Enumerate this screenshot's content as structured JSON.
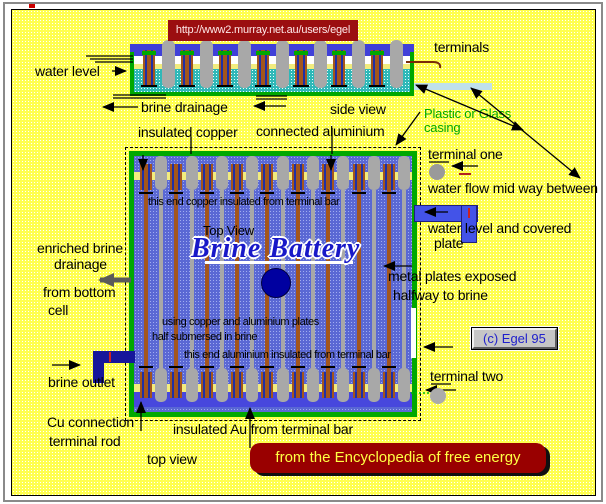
{
  "page": {
    "url": "http://www2.murray.net.au/users/egel"
  },
  "labels": {
    "water_level": "water level",
    "brine_drainage": "brine drainage",
    "side_view": "side view",
    "insulated_copper": "insulated copper",
    "connected_aluminium": "connected aluminium",
    "terminals": "terminals",
    "casing_1": "Plastic or Glass",
    "casing_2": "casing",
    "terminal_one": "terminal one",
    "water_flow": "water flow mid way between",
    "water_level_plate_1": "water level and covered",
    "water_level_plate_2": "plate",
    "metal_plates_1": "metal plates exposed",
    "metal_plates_2": "halfway to brine",
    "terminal_two": "terminal two",
    "enriched_1": "enriched brine",
    "enriched_2": "drainage",
    "from_bottom_1": "from bottom",
    "from_bottom_2": "cell",
    "brine_outlet": "brine outlet",
    "cu_connection_1": "Cu connection",
    "cu_connection_2": "terminal rod",
    "insulated_au": "insulated Au from terminal bar",
    "top_view_caption": "top view"
  },
  "box": {
    "note_top": "this end copper insulated from terminal bar",
    "top_view": "Top View",
    "title": "Brine Battery",
    "note_using": "using copper and  aluminium plates",
    "note_half": "half submersed in brine",
    "note_bottom": "this end aluminium insulated from terminal bar"
  },
  "badge": {
    "text": "(c) Egel 95"
  },
  "banner": {
    "text": "from  the Encyclopedia of free energy"
  },
  "counts": {
    "side_view_pairs": 7,
    "top_view_columns": 18
  },
  "colors": {
    "copper": "#A3561D",
    "copper_stripe": "#1E2FA8",
    "aluminium": "#A8A8A8",
    "casing_green": "#00A800",
    "brine_blue": "#5A68D4",
    "terminal_bar_yellow": "#F2EC7E",
    "banner_red": "#990000",
    "url_red": "#9B0E10",
    "navy_circle": "#0000A0",
    "pipe_blue": "#4353E8",
    "outlet_navy": "#16169B"
  }
}
